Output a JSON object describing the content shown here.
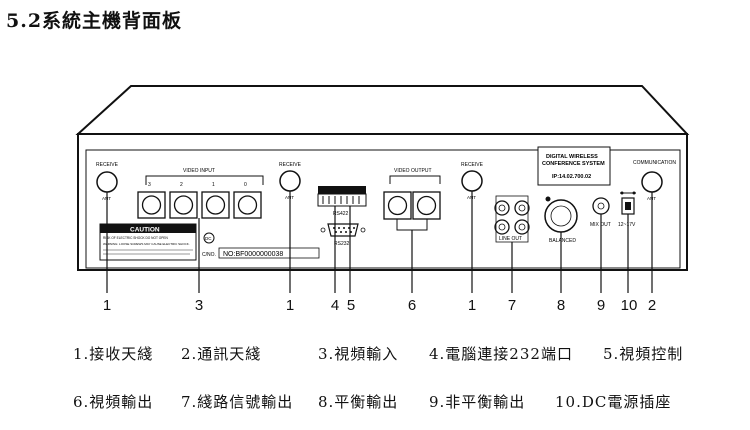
{
  "heading": "5.2系統主機背面板",
  "panel": {
    "receive": "RECEIVE",
    "ant": "ANT",
    "video_input": "VIDEO INPUT",
    "video_input_nums": [
      "3",
      "2",
      "1",
      "0"
    ],
    "caution_title": "CAUTION",
    "caution_line1": "RISK OF ELECTRIC SHOCK DO NOT OPEN",
    "caution_body": "WARNING: LOOSE SCREWS MAY CAUSE ELECTRIC SHOCK.",
    "dc_mark": "DC",
    "cno_label": "C/NO.",
    "serial": "NO:BF0000000038",
    "rs422": "RS422",
    "rs232": "RS232",
    "video_output": "VIDEO OUTPUT",
    "line_out": "LINE OUT",
    "balanced": "BALANCED",
    "mix_out": "MIX OUT",
    "voltage": "12~17V",
    "communication": "COMMUNICATION",
    "info_line1": "DIGITAL WIRELESS",
    "info_line2": "CONFERENCE SYSTEM",
    "info_ip": "IP:14.02.700.02"
  },
  "callouts": [
    "1",
    "3",
    "1",
    "4",
    "5",
    "6",
    "1",
    "7",
    "8",
    "9",
    "10",
    "2"
  ],
  "legend": {
    "row1": [
      "1.接收天綫",
      "2.通訊天綫",
      "3.視頻輸入",
      "4.電腦連接232端口",
      "5.視頻控制"
    ],
    "row2": [
      "6.視頻輸出",
      "7.綫路信號輸出",
      "8.平衡輸出",
      "9.非平衡輸出",
      "10.DC電源插座"
    ]
  }
}
